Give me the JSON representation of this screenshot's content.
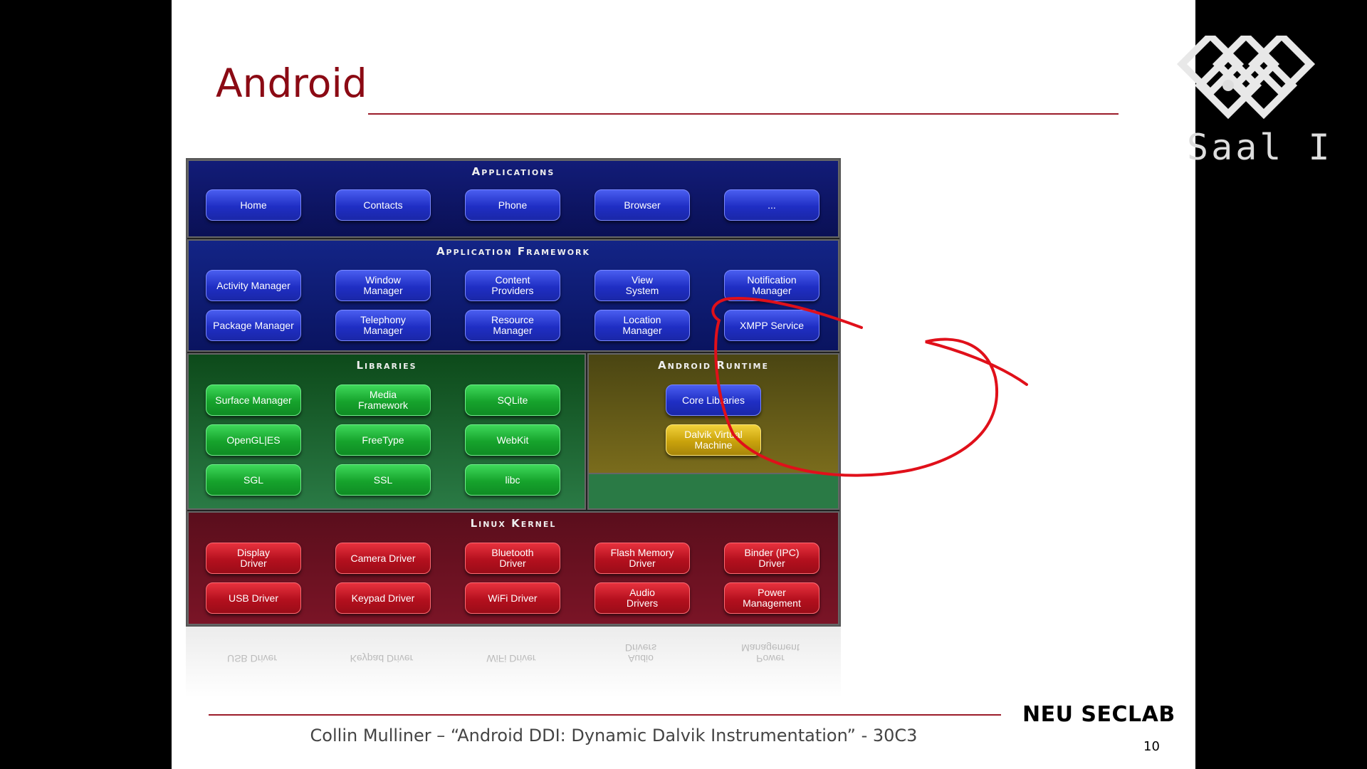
{
  "slide": {
    "title": "Android",
    "footer": "Collin Mulliner –  “Android DDI: Dynamic Dalvik Instrumentation”  -  30C3",
    "lab_logo": "NEU SECLAB",
    "number": "10",
    "ccc_logo_text": "Saal I",
    "accent_color": "#8b0a14"
  },
  "diagram": {
    "applications": {
      "title": "Applications",
      "items": [
        "Home",
        "Contacts",
        "Phone",
        "Browser",
        "..."
      ]
    },
    "framework": {
      "title": "Application Framework",
      "items": [
        "Activity Manager",
        "Window\nManager",
        "Content\nProviders",
        "View\nSystem",
        "Notification\nManager",
        "Package Manager",
        "Telephony\nManager",
        "Resource\nManager",
        "Location\nManager",
        "XMPP Service"
      ]
    },
    "libraries": {
      "title": "Libraries",
      "items": [
        "Surface Manager",
        "Media\nFramework",
        "SQLite",
        "OpenGL|ES",
        "FreeType",
        "WebKit",
        "SGL",
        "SSL",
        "libc"
      ]
    },
    "runtime": {
      "title": "Android Runtime",
      "items": [
        "Core Libraries",
        "Dalvik Virtual\nMachine"
      ]
    },
    "kernel": {
      "title": "Linux Kernel",
      "items": [
        "Display\nDriver",
        "Camera Driver",
        "Bluetooth\nDriver",
        "Flash Memory\nDriver",
        "Binder (IPC)\nDriver",
        "USB Driver",
        "Keypad Driver",
        "WiFi Driver",
        "Audio\nDrivers",
        "Power\nManagement"
      ]
    },
    "reflection_labels": [
      "USB Driver",
      "Keypad Driver",
      "WiFi Driver",
      "Audio\nDrivers",
      "Power\nManagement"
    ],
    "colors": {
      "blue": "#1f2ec4",
      "green": "#16a32c",
      "yellow": "#c9a20c",
      "red": "#b4101e",
      "annotation": "#e0101a"
    }
  }
}
